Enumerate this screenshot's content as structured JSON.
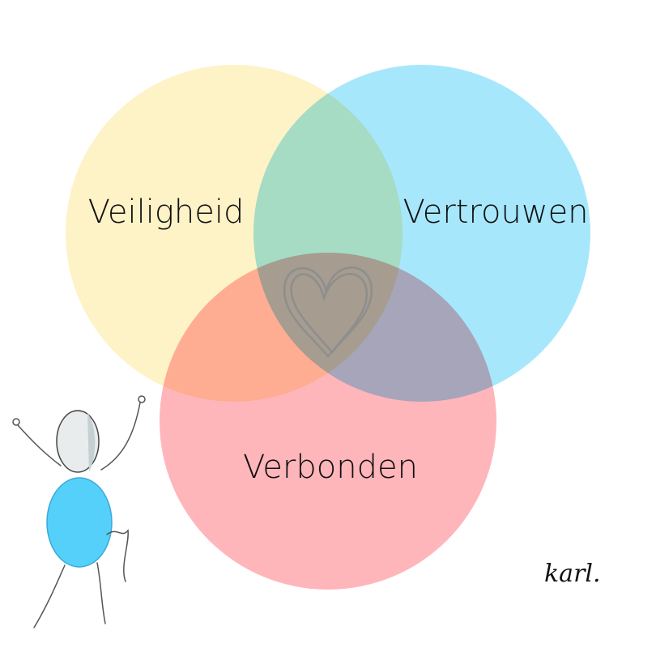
{
  "sets": [
    {
      "label": "Veiligheid",
      "color": "#FEF2C7"
    },
    {
      "label": "Vertrouwen",
      "color": "#A7E7FC"
    },
    {
      "label": "Verbonden",
      "color": "#FFB6BB"
    }
  ],
  "center_icon": "heart-icon",
  "figure": {
    "head_color": "#E8ECEC",
    "body_color": "#55D0FA"
  },
  "signature": "karl."
}
